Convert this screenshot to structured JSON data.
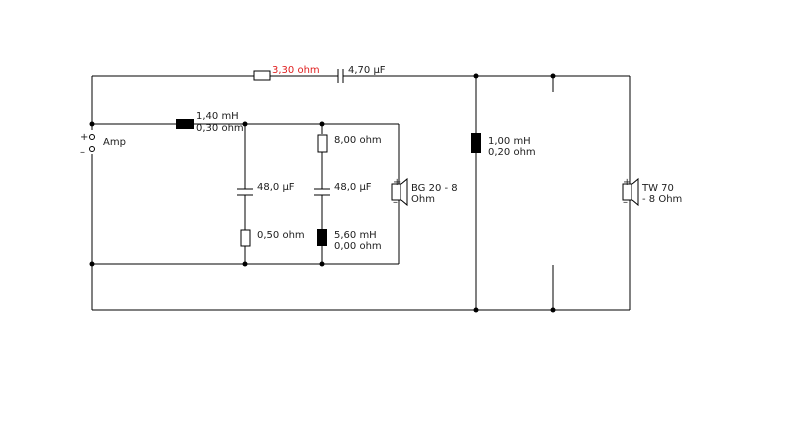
{
  "amp": {
    "label": "Amp",
    "plus": "+",
    "minus": "–"
  },
  "series_resistor": {
    "value": "3,30 ohm",
    "color": "#e02020"
  },
  "series_capacitor": {
    "value": "4,70 µF"
  },
  "woofer_inductor": {
    "inductance": "1,40 mH",
    "resistance": "0,30 ohm"
  },
  "shunt_capacitor_1": {
    "value": "48,0 µF"
  },
  "shunt_resistor_1": {
    "value": "0,50 ohm"
  },
  "notch_resistor": {
    "value": "8,00 ohm"
  },
  "notch_capacitor": {
    "value": "48,0 µF"
  },
  "notch_inductor": {
    "inductance": "5,60 mH",
    "resistance": "0,00 ohm"
  },
  "woofer": {
    "line1": "BG 20 - 8",
    "line2": "Ohm",
    "plus": "+",
    "minus": "–"
  },
  "tweeter_inductor": {
    "inductance": "1,00 mH",
    "resistance": "0,20 ohm"
  },
  "tweeter": {
    "line1": "TW 70",
    "line2": "- 8 Ohm",
    "plus": "+",
    "minus": "–"
  }
}
